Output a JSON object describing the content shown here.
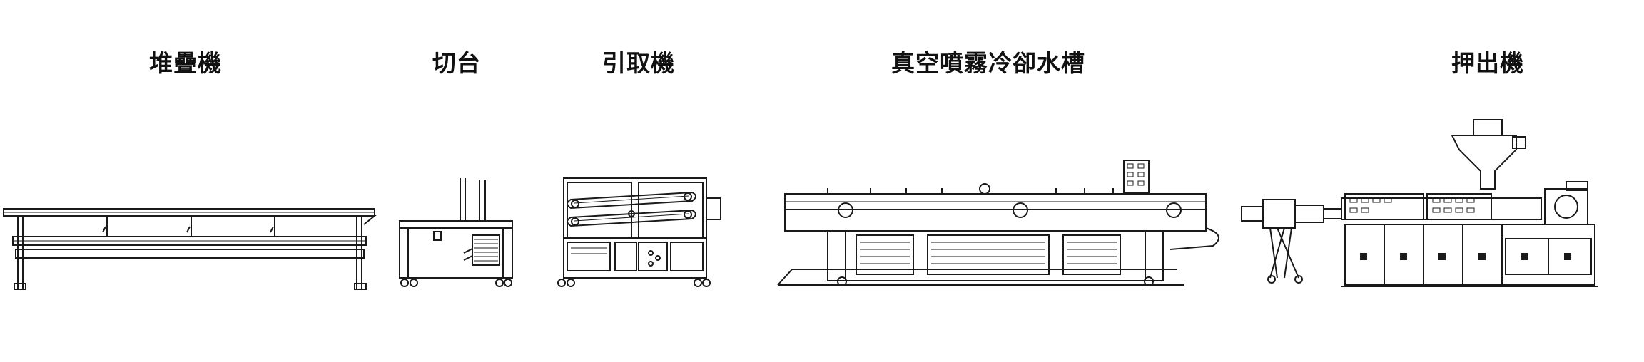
{
  "diagram": {
    "labels": {
      "stacker": "堆疊機",
      "cutter": "切台",
      "haul_off": "引取機",
      "vacuum_tank": "真空噴霧冷卻水槽",
      "extruder": "押出機"
    },
    "colors": {
      "line": "#1a1a1a",
      "background": "#ffffff"
    }
  }
}
